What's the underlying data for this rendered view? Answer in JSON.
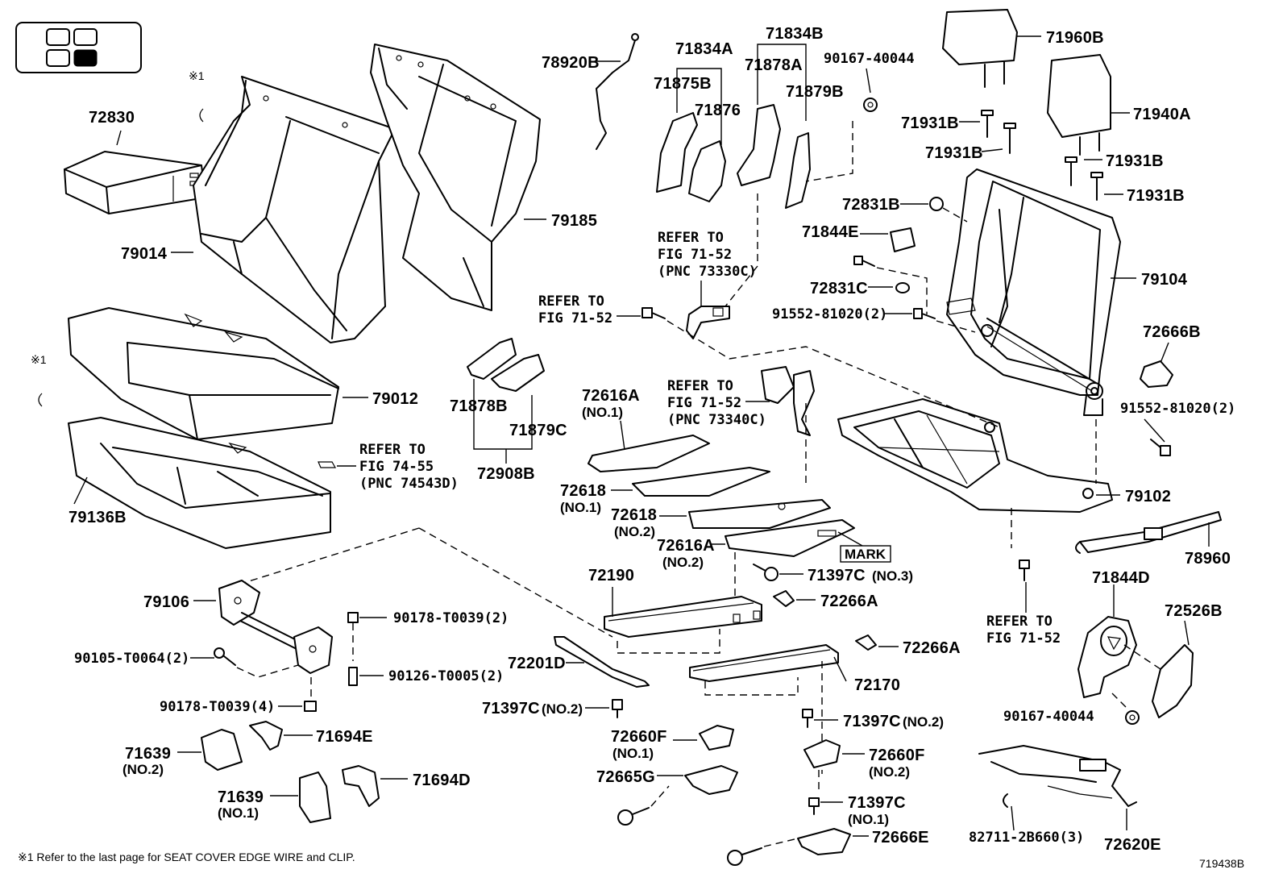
{
  "diagram_id": "719438B",
  "footnote": "※1  Refer to the last page for SEAT COVER EDGE WIRE and CLIP.",
  "note_marker": "※1",
  "mark_label": "MARK",
  "refer_to": {
    "r1": [
      "REFER TO",
      "FIG 71-52",
      "(PNC 73330C)"
    ],
    "r2": [
      "REFER TO",
      "FIG 71-52"
    ],
    "r3": [
      "REFER TO",
      "FIG 71-52",
      "(PNC 73340C)"
    ],
    "r4": [
      "REFER TO",
      "FIG 74-55",
      "(PNC 74543D)"
    ],
    "r5": [
      "REFER TO",
      "FIG 71-52"
    ]
  },
  "parts": {
    "p72830": "72830",
    "p79014": "79014",
    "p79012": "79012",
    "p79136B": "79136B",
    "p78920B": "78920B",
    "p71834A": "71834A",
    "p71875B": "71875B",
    "p71876": "71876",
    "p71834B": "71834B",
    "p71878A": "71878A",
    "p71879B": "71879B",
    "p90167_top": "90167-40044",
    "p71960B": "71960B",
    "p71940A": "71940A",
    "p71931B_1": "71931B",
    "p71931B_2": "71931B",
    "p71931B_3": "71931B",
    "p71931B_4": "71931B",
    "p79185": "79185",
    "p72831B": "72831B",
    "p71844E": "71844E",
    "p72831C": "72831C",
    "p91552_1": "91552-81020(2)",
    "p79104": "79104",
    "p72666B": "72666B",
    "p91552_2": "91552-81020(2)",
    "p71878B": "71878B",
    "p71879C": "71879C",
    "p72908B": "72908B",
    "p72616A_1": "72616A",
    "p72616A_1n": "(NO.1)",
    "p72618_1": "72618",
    "p72618_1n": "(NO.1)",
    "p72618_2": "72618",
    "p72618_2n": "(NO.2)",
    "p72616A_2": "72616A",
    "p72616A_2n": "(NO.2)",
    "p79102": "79102",
    "p78960": "78960",
    "p71397C_3": "71397C",
    "p71397C_3n": "(NO.3)",
    "p72266A_1": "72266A",
    "p72266A_2": "72266A",
    "p72190": "72190",
    "p72201D": "72201D",
    "p71397C_2a": "71397C",
    "p71397C_2an": "(NO.2)",
    "p72170": "72170",
    "p71397C_2b": "71397C",
    "p71397C_2bn": "(NO.2)",
    "p72660F_1": "72660F",
    "p72660F_1n": "(NO.1)",
    "p72660F_2": "72660F",
    "p72660F_2n": "(NO.2)",
    "p72665G": "72665G",
    "p71397C_1": "71397C",
    "p71397C_1n": "(NO.1)",
    "p72666E": "72666E",
    "p71844D": "71844D",
    "p72526B": "72526B",
    "p90167_bot": "90167-40044",
    "p82711": "82711-2B660(3)",
    "p72620E": "72620E",
    "p79106": "79106",
    "p90178_2": "90178-T0039(2)",
    "p90105": "90105-T0064(2)",
    "p90126": "90126-T0005(2)",
    "p90178_4": "90178-T0039(4)",
    "p71639_2": "71639",
    "p71639_2n": "(NO.2)",
    "p71694E": "71694E",
    "p71639_1": "71639",
    "p71639_1n": "(NO.1)",
    "p71694D": "71694D"
  }
}
